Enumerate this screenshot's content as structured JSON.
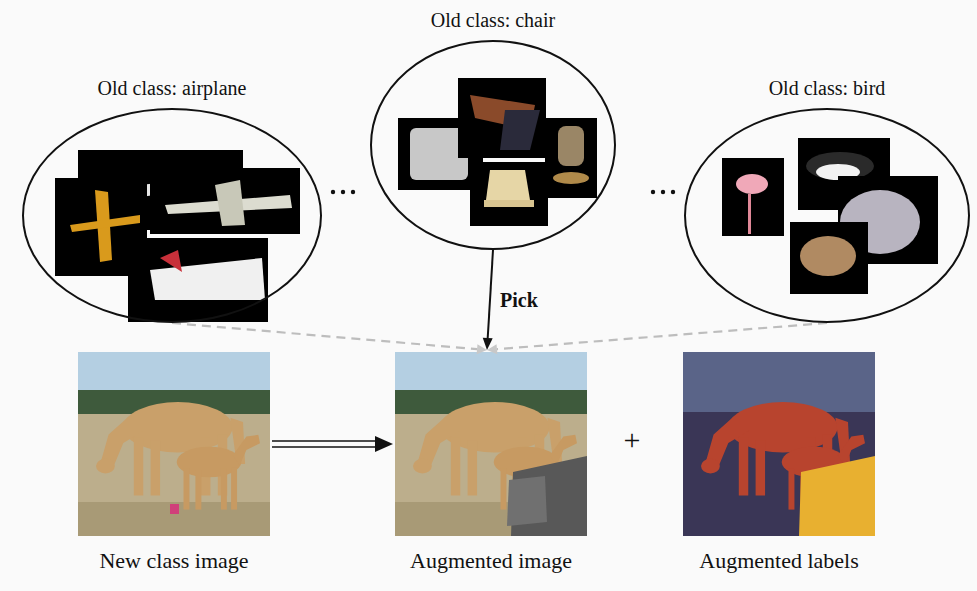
{
  "diagram": {
    "nodes": [
      {
        "text": [
          "Old class: airplane"
        ]
      },
      {
        "text": [
          "Old class: chair"
        ]
      },
      {
        "text": [
          "Old class: bird"
        ]
      },
      {
        "text": [
          "New class image"
        ]
      },
      {
        "text": [
          "Augmented image"
        ]
      },
      {
        "text": [
          "Augmented labels"
        ]
      }
    ],
    "edges": [
      {
        "from": 0,
        "to": 4,
        "arrow": "to"
      },
      {
        "from": 1,
        "to": 4,
        "label": "Pick",
        "arrow": "to"
      },
      {
        "from": 2,
        "to": 4,
        "arrow": "to"
      },
      {
        "from": 3,
        "to": 4,
        "arrow": "to"
      }
    ],
    "labels": [
      "+"
    ]
  }
}
